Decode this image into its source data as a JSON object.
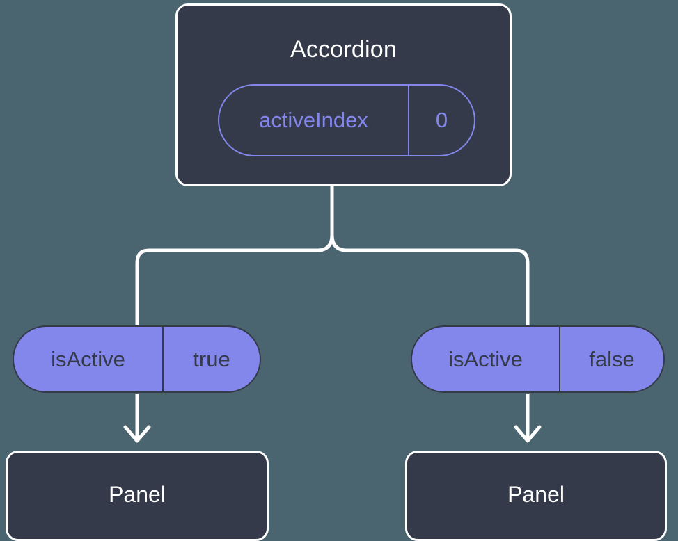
{
  "diagram": {
    "title_node": "Accordion",
    "background_color": "#4b6570",
    "card_fill_color": "#343a49",
    "card_border_color": "#ffffff",
    "accent_color": "#8387ec",
    "connector_color": "#ffffff"
  },
  "root": {
    "label": "Accordion",
    "prop": {
      "key": "activeIndex",
      "value": "0"
    }
  },
  "branches": [
    {
      "prop": {
        "key": "isActive",
        "value": "true"
      },
      "child": {
        "label": "Panel"
      }
    },
    {
      "prop": {
        "key": "isActive",
        "value": "false"
      },
      "child": {
        "label": "Panel"
      }
    }
  ],
  "icons": {
    "arrow_down": "arrow-down-icon",
    "tree_fork": "tree-fork-connector-icon"
  }
}
